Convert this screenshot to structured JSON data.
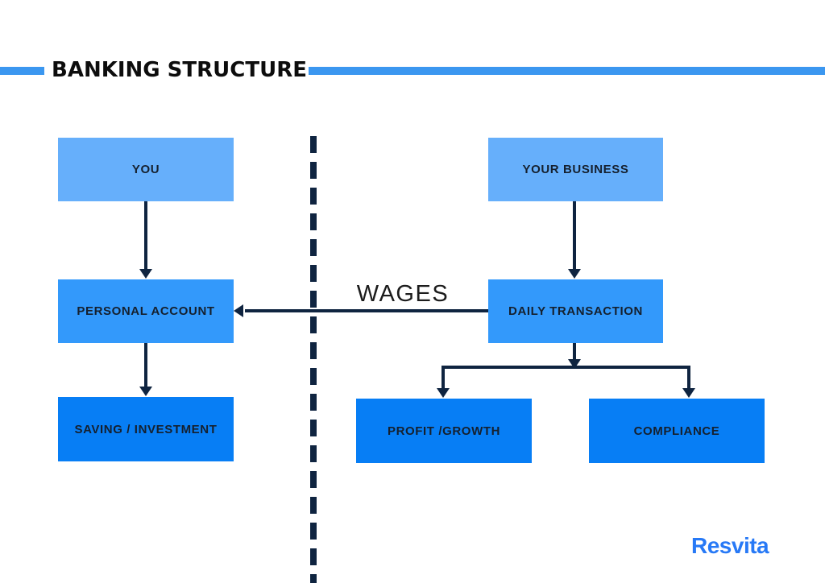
{
  "title": {
    "text": "BANKING STRUCTURE"
  },
  "diagram": {
    "nodes": {
      "you": {
        "label": "YOU",
        "tone": "light"
      },
      "your_business": {
        "label": "YOUR BUSINESS",
        "tone": "light"
      },
      "personal_account": {
        "label": "PERSONAL ACCOUNT",
        "tone": "medium"
      },
      "daily_transaction": {
        "label": "DAILY TRANSACTION",
        "tone": "medium"
      },
      "saving_investment": {
        "label": "SAVING / INVESTMENT",
        "tone": "strong"
      },
      "profit_growth": {
        "label": "PROFIT /GROWTH",
        "tone": "strong"
      },
      "compliance": {
        "label": "COMPLIANCE",
        "tone": "strong"
      }
    },
    "wages_label": "WAGES",
    "connections": [
      "you -> personal_account",
      "personal_account -> saving_investment",
      "your_business -> daily_transaction",
      "daily_transaction -> profit_growth",
      "daily_transaction -> compliance",
      "daily_transaction -> personal_account (WAGES)"
    ]
  },
  "logo": {
    "text": "Resvita"
  },
  "colors": {
    "accent_bar": "#3b97f0",
    "box_light": "#66affb",
    "box_medium": "#3399fb",
    "box_strong": "#077ef5",
    "connector": "#0f2440",
    "node_label": "#15202e",
    "title_color": "#0d0d0d",
    "wages_color": "#1c1c1c",
    "logo_color": "#2779f6"
  }
}
